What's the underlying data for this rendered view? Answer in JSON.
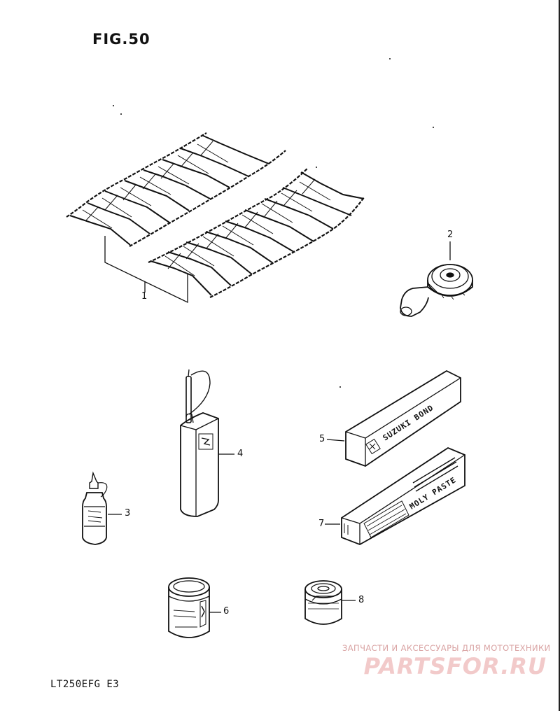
{
  "figure": {
    "title": "FIG.50",
    "model": "LT250EFG E3"
  },
  "callouts": [
    "1",
    "2",
    "3",
    "4",
    "5",
    "6",
    "7",
    "8"
  ],
  "labels": {
    "bond": "SUZUKI BOND",
    "moly": "MOLY PASTE"
  },
  "watermark": {
    "tagline": "ЗАПЧАСТИ И АКСЕССУАРЫ ДЛЯ МОТОТЕХНИКИ",
    "brand": "PARTSFOR.RU",
    "color": "#e08a8a"
  }
}
